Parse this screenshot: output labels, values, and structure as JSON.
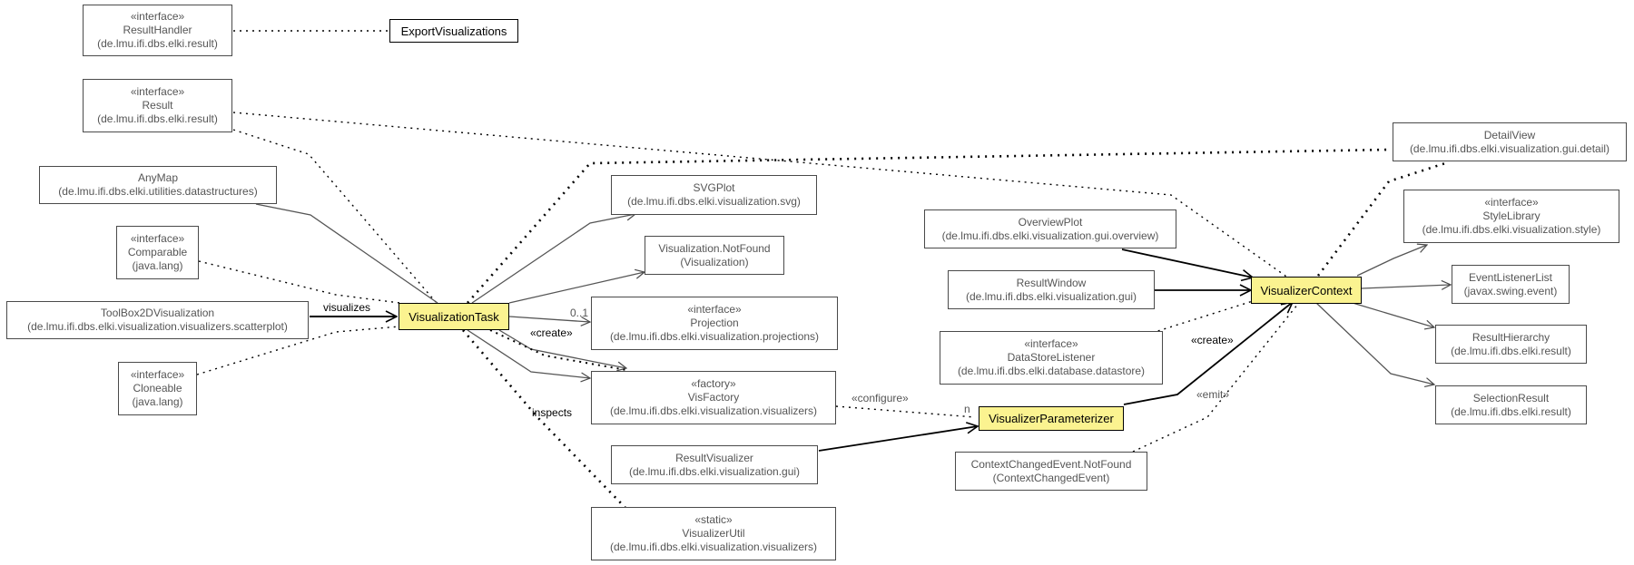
{
  "nodes": {
    "result_handler": {
      "stereotype": "«interface»",
      "name": "ResultHandler",
      "pkg": "(de.lmu.ifi.dbs.elki.result)"
    },
    "export_vis": {
      "name": "ExportVisualizations"
    },
    "result": {
      "stereotype": "«interface»",
      "name": "Result",
      "pkg": "(de.lmu.ifi.dbs.elki.result)"
    },
    "any_map": {
      "name": "AnyMap",
      "pkg": "(de.lmu.ifi.dbs.elki.utilities.datastructures)"
    },
    "comparable": {
      "stereotype": "«interface»",
      "name": "Comparable",
      "pkg": "(java.lang)"
    },
    "toolbox": {
      "name": "ToolBox2DVisualization",
      "pkg": "(de.lmu.ifi.dbs.elki.visualization.visualizers.scatterplot)"
    },
    "cloneable": {
      "stereotype": "«interface»",
      "name": "Cloneable",
      "pkg": "(java.lang)"
    },
    "vis_task": {
      "name": "VisualizationTask"
    },
    "svgplot": {
      "name": "SVGPlot",
      "pkg": "(de.lmu.ifi.dbs.elki.visualization.svg)"
    },
    "vis_notfound": {
      "name": "Visualization.NotFound",
      "pkg": "(Visualization)"
    },
    "projection": {
      "stereotype": "«interface»",
      "name": "Projection",
      "pkg": "(de.lmu.ifi.dbs.elki.visualization.projections)"
    },
    "visfactory": {
      "stereotype": "«factory»",
      "name": "VisFactory",
      "pkg": "(de.lmu.ifi.dbs.elki.visualization.visualizers)"
    },
    "result_visualizer": {
      "name": "ResultVisualizer",
      "pkg": "(de.lmu.ifi.dbs.elki.visualization.gui)"
    },
    "visualizer_util": {
      "stereotype": "«static»",
      "name": "VisualizerUtil",
      "pkg": "(de.lmu.ifi.dbs.elki.visualization.visualizers)"
    },
    "overview_plot": {
      "name": "OverviewPlot",
      "pkg": "(de.lmu.ifi.dbs.elki.visualization.gui.overview)"
    },
    "result_window": {
      "name": "ResultWindow",
      "pkg": "(de.lmu.ifi.dbs.elki.visualization.gui)"
    },
    "datastore_listener": {
      "stereotype": "«interface»",
      "name": "DataStoreListener",
      "pkg": "(de.lmu.ifi.dbs.elki.database.datastore)"
    },
    "vis_parameterizer": {
      "name": "VisualizerParameterizer"
    },
    "ctx_changed": {
      "name": "ContextChangedEvent.NotFound",
      "pkg": "(ContextChangedEvent)"
    },
    "vis_context": {
      "name": "VisualizerContext"
    },
    "detail_view": {
      "name": "DetailView",
      "pkg": "(de.lmu.ifi.dbs.elki.visualization.gui.detail)"
    },
    "style_library": {
      "stereotype": "«interface»",
      "name": "StyleLibrary",
      "pkg": "(de.lmu.ifi.dbs.elki.visualization.style)"
    },
    "event_listener_list": {
      "name": "EventListenerList",
      "pkg": "(javax.swing.event)"
    },
    "result_hierarchy": {
      "name": "ResultHierarchy",
      "pkg": "(de.lmu.ifi.dbs.elki.result)"
    },
    "selection_result": {
      "name": "SelectionResult",
      "pkg": "(de.lmu.ifi.dbs.elki.result)"
    }
  },
  "edge_labels": {
    "visualizes": "visualizes",
    "multiplicity_projection": "0..1",
    "create_task": "«create»",
    "inspects": "inspects",
    "configure": "«configure»",
    "multiplicity_n": "n",
    "create_context": "«create»",
    "emit": "«emit»"
  }
}
